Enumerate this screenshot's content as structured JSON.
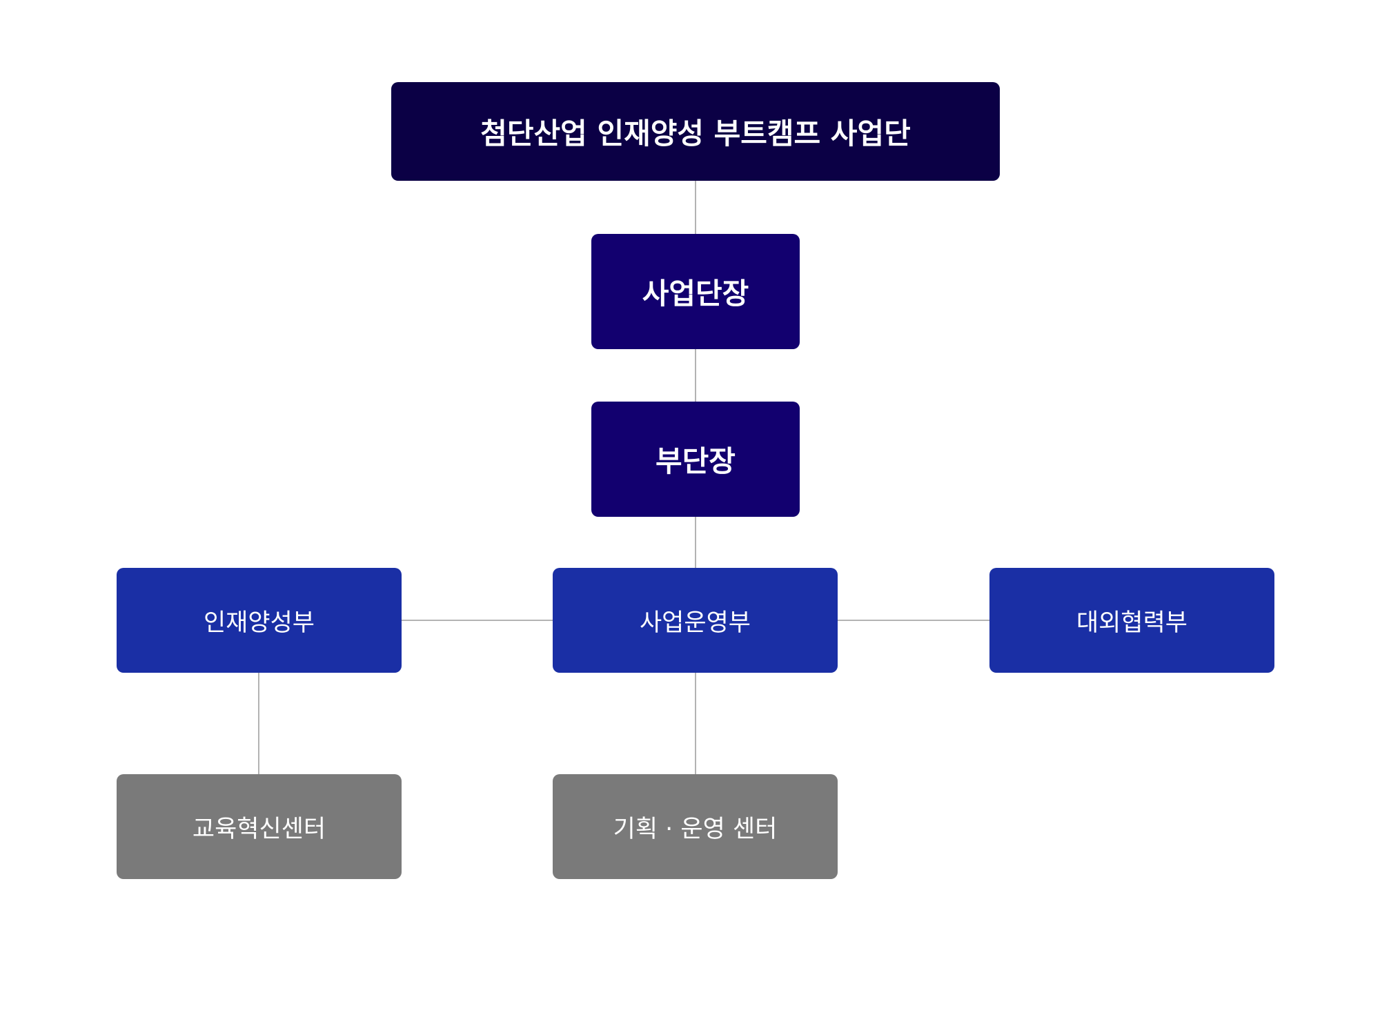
{
  "colors": {
    "top": "#0b0045",
    "head": "#12006f",
    "department": "#1a2fa5",
    "center": "#7a7a7a",
    "connector": "#b3b3b3",
    "text": "#ffffff"
  },
  "org": {
    "top": {
      "label": "첨단산업 인재양성 부트캠프 사업단"
    },
    "director": {
      "label": "사업단장"
    },
    "deputy": {
      "label": "부단장"
    },
    "departments": [
      {
        "label": "인재양성부"
      },
      {
        "label": "사업운영부"
      },
      {
        "label": "대외협력부"
      }
    ],
    "centers": [
      {
        "label": "교육혁신센터"
      },
      {
        "label": "기획 · 운영 센터"
      }
    ]
  }
}
